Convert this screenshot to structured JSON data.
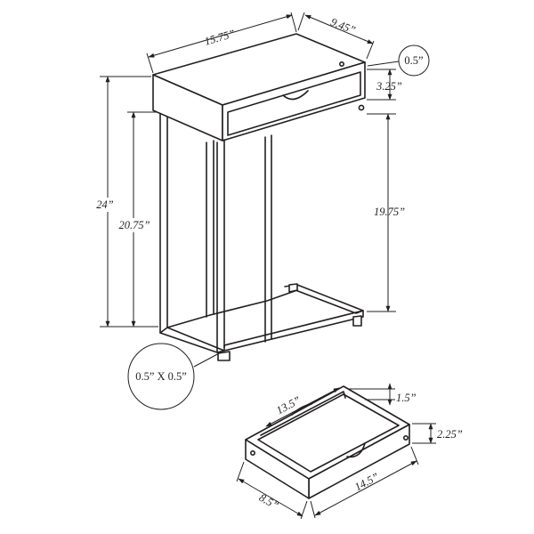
{
  "dimensions": {
    "width": "15.75”",
    "depth": "9.45”",
    "top_thickness": "0.5”",
    "drawer_face_height": "3.25”",
    "total_height": "24”",
    "height_to_drawer": "20.75”",
    "clearance_under_drawer": "19.75”",
    "leg_tube": "0.5” X 0.5”",
    "drawer_inner_width": "13.5”",
    "drawer_side_height": "1.5”",
    "drawer_front_height": "2.25”",
    "drawer_width": "14.5”",
    "drawer_depth": "8.5”"
  },
  "colors": {
    "line": "#231f20",
    "background": "#ffffff"
  }
}
